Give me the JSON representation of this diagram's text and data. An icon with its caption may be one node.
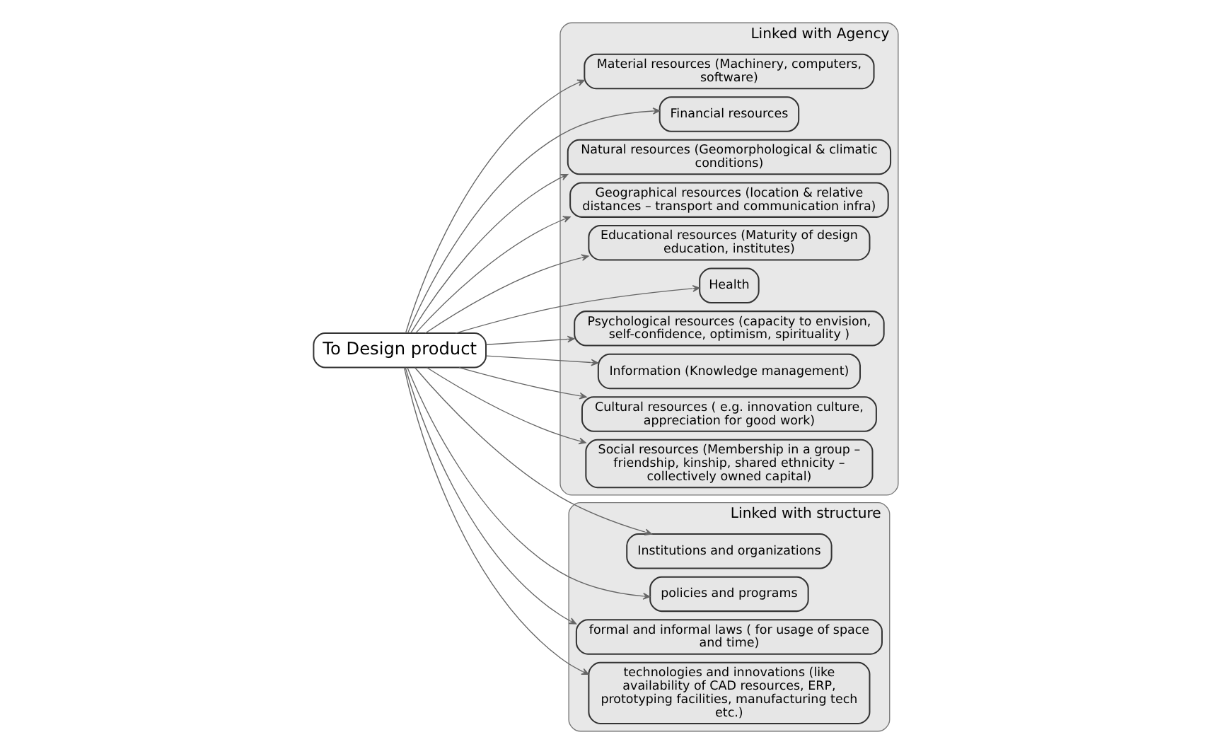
{
  "diagram": {
    "nodes": [
      {
        "text": [
          "To Design product"
        ]
      },
      {
        "text": [
          "Linked with Agency"
        ]
      },
      {
        "text": [
          "Material resources (Machinery, computers, software)"
        ],
        "in": 1
      },
      {
        "text": [
          "Financial resources"
        ],
        "in": 1
      },
      {
        "text": [
          "Natural resources (Geomorphological & climatic conditions)"
        ],
        "in": 1
      },
      {
        "text": [
          "Geographical resources (location & relative distances – transport and communication infra)"
        ],
        "in": 1
      },
      {
        "text": [
          "Educational resources (Maturity of design education, institutes)"
        ],
        "in": 1
      },
      {
        "text": [
          "Health"
        ],
        "in": 1
      },
      {
        "text": [
          "Psychological resources (capacity to envision, self-confidence, optimism, spirituality )"
        ],
        "in": 1
      },
      {
        "text": [
          "Information (Knowledge management)"
        ],
        "in": 1
      },
      {
        "text": [
          "Cultural resources ( e.g. innovation culture, appreciation for good work)"
        ],
        "in": 1
      },
      {
        "text": [
          "Social resources (Membership in a group – friendship, kinship, shared ethnicity – collectively owned capital)"
        ],
        "in": 1
      },
      {
        "text": [
          "Linked with structure"
        ]
      },
      {
        "text": [
          "Institutions and organizations"
        ],
        "in": 12
      },
      {
        "text": [
          "policies and programs"
        ],
        "in": 12
      },
      {
        "text": [
          "formal and informal laws ( for usage of space and time)"
        ],
        "in": 12
      },
      {
        "text": [
          "technologies and innovations (like availability of CAD resources, ERP, prototyping facilities, manufacturing tech etc.)"
        ],
        "in": 12
      }
    ],
    "edges": [
      {
        "from": 0,
        "to": 2,
        "arrow": "to"
      },
      {
        "from": 0,
        "to": 3,
        "arrow": "to"
      },
      {
        "from": 0,
        "to": 4,
        "arrow": "to"
      },
      {
        "from": 0,
        "to": 5,
        "arrow": "to"
      },
      {
        "from": 0,
        "to": 6,
        "arrow": "to"
      },
      {
        "from": 0,
        "to": 7,
        "arrow": "to"
      },
      {
        "from": 0,
        "to": 8,
        "arrow": "to"
      },
      {
        "from": 0,
        "to": 9,
        "arrow": "to"
      },
      {
        "from": 0,
        "to": 10,
        "arrow": "to"
      },
      {
        "from": 0,
        "to": 11,
        "arrow": "to"
      },
      {
        "from": 0,
        "to": 13,
        "arrow": "to"
      },
      {
        "from": 0,
        "to": 14,
        "arrow": "to"
      },
      {
        "from": 0,
        "to": 15,
        "arrow": "to"
      },
      {
        "from": 0,
        "to": 16,
        "arrow": "to"
      }
    ]
  }
}
